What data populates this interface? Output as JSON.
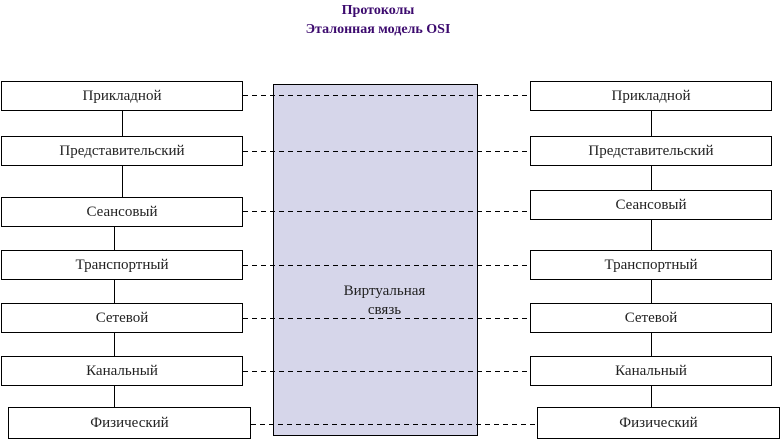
{
  "header": {
    "title": "Протоколы",
    "subtitle": "Эталонная модель OSI"
  },
  "center": {
    "label_line1": "Виртуальная",
    "label_line2": "связь"
  },
  "left_stack": [
    {
      "label": "Прикладной"
    },
    {
      "label": "Представительский"
    },
    {
      "label": "Сеансовый"
    },
    {
      "label": "Транспортный"
    },
    {
      "label": "Сетевой"
    },
    {
      "label": "Канальный"
    },
    {
      "label": "Физический"
    }
  ],
  "right_stack": [
    {
      "label": "Прикладной"
    },
    {
      "label": "Представительский"
    },
    {
      "label": "Сеансовый"
    },
    {
      "label": "Транспортный"
    },
    {
      "label": "Сетевой"
    },
    {
      "label": "Канальный"
    },
    {
      "label": "Физический"
    }
  ],
  "colors": {
    "title": "#3c0a6e",
    "virtual_link_fill": "#d6d6ea"
  }
}
